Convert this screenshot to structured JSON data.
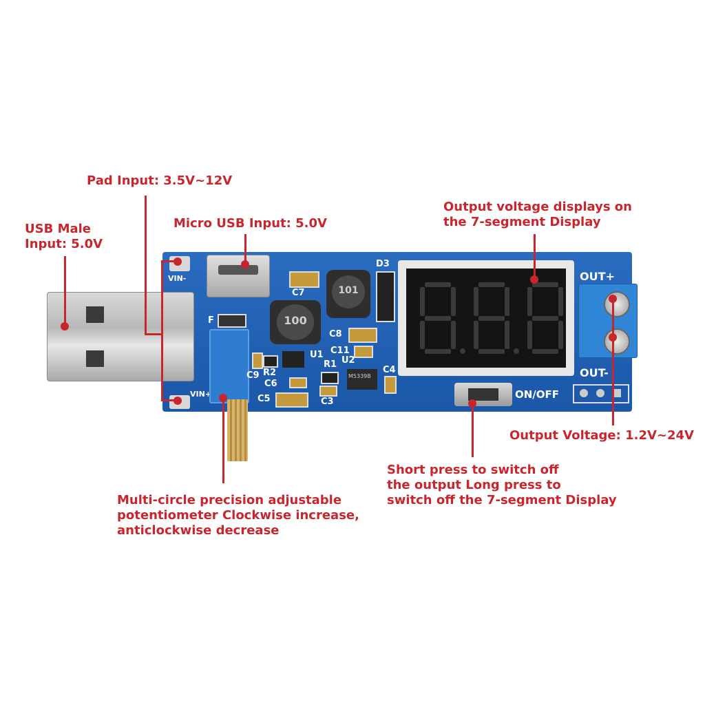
{
  "callouts": {
    "usb_male": "USB Male\nInput: 5.0V",
    "pad_input": "Pad Input: 3.5V~12V",
    "micro_usb": "Micro USB Input: 5.0V",
    "display": "Output voltage displays on\nthe 7-segment Display",
    "output_voltage": "Output Voltage: 1.2V~24V",
    "switch": "Short press to switch off\nthe output Long press to\nswitch off the 7-segment Display",
    "potentiometer": "Multi-circle precision adjustable\npotentiometer Clockwise increase,\nanticlockwise decrease"
  },
  "board": {
    "vin_minus": "VIN-",
    "vin_plus": "VIN+",
    "out_plus": "OUT+",
    "out_minus": "OUT-",
    "on_off": "ON/OFF",
    "c7": "C7",
    "d3": "D3",
    "c8": "C8",
    "c11": "C11",
    "u1": "U1",
    "u2": "U2",
    "r1": "R1",
    "r2": "R2",
    "c9": "C9",
    "c6": "C6",
    "c5": "C5",
    "c3": "C3",
    "c4": "C4",
    "f": "F",
    "inductor_big": "100",
    "inductor_small": "101",
    "ic_marking": "M5339B"
  },
  "display": {
    "digits": [
      "8.",
      "8.",
      "8"
    ]
  },
  "colors": {
    "accent": "#c8262c",
    "pcb": "#1d5fb5",
    "terminal": "#2f86d6"
  }
}
